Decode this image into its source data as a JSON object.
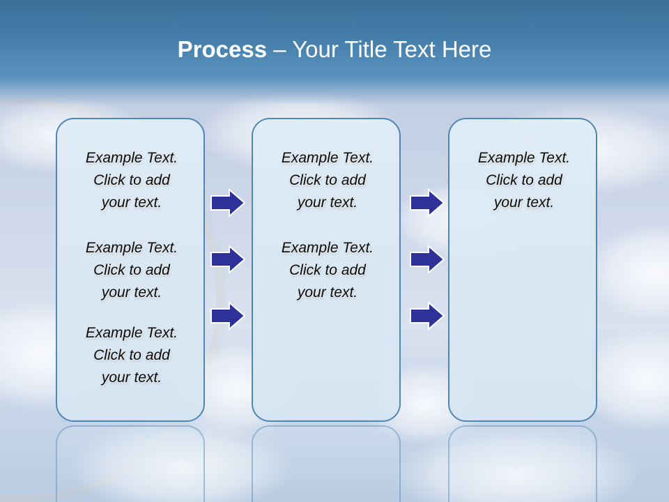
{
  "title": {
    "bold": "Process",
    "rest": " – Your Title Text Here"
  },
  "colors": {
    "title_bar": "#4680ac",
    "box_border": "#4f86b6",
    "box_fill": "#dce9f4",
    "arrow_fill": "#2e3197",
    "arrow_stroke": "#ffffff"
  },
  "boxes": [
    {
      "paragraphs": [
        {
          "line1": "Example Text.",
          "line2": "Click  to add",
          "line3": "your text."
        },
        {
          "line1": "Example Text.",
          "line2": "Click  to add",
          "line3": "your text."
        },
        {
          "line1": "Example Text.",
          "line2": "Click  to add",
          "line3": "your text."
        }
      ]
    },
    {
      "paragraphs": [
        {
          "line1": "Example Text.",
          "line2": "Click  to add",
          "line3": "your text."
        },
        {
          "line1": "Example Text.",
          "line2": "Click  to add",
          "line3": "your text."
        }
      ]
    },
    {
      "paragraphs": [
        {
          "line1": "Example Text.",
          "line2": "Click  to add",
          "line3": "your text."
        }
      ]
    }
  ],
  "arrow_icon": "right-arrow-icon"
}
